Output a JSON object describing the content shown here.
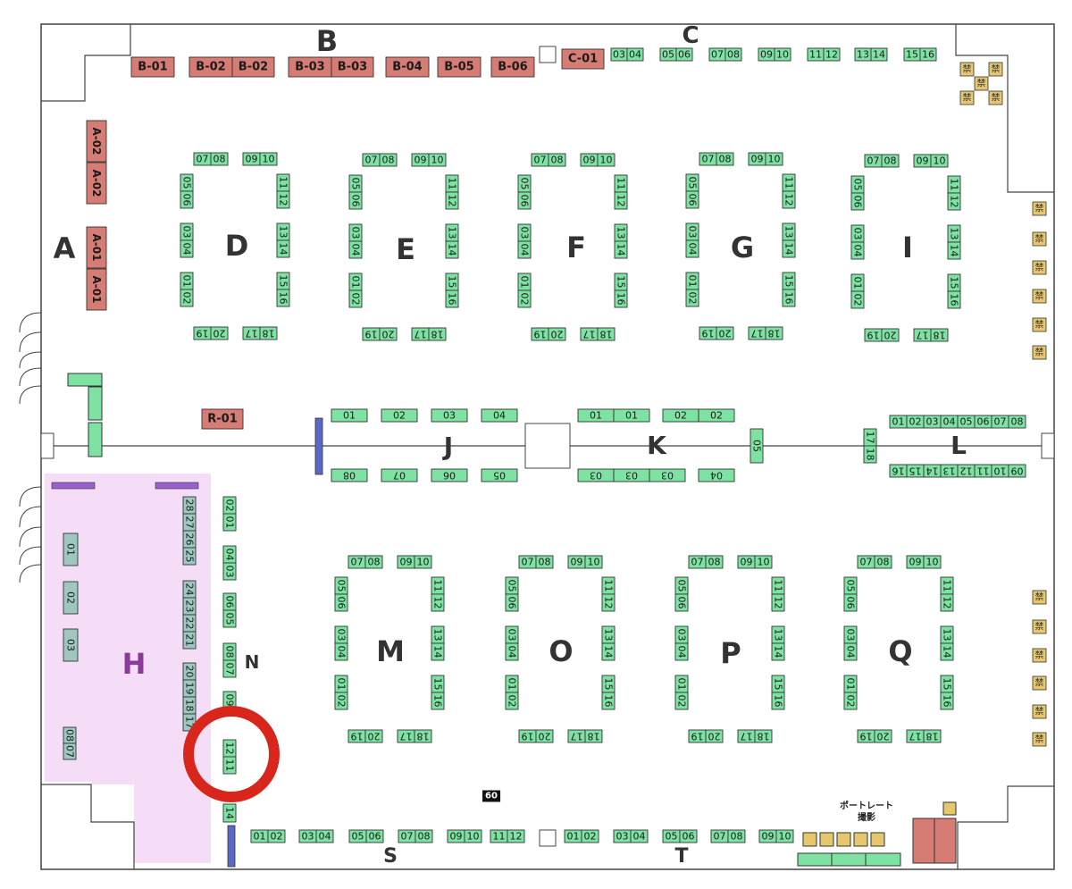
{
  "colors": {
    "green": "#7ee2a2",
    "red": "#d77b75",
    "purple_zone": "#f5ddf8",
    "gray_booth": "#9dc7bf",
    "yellow": "#e6c76d",
    "blue": "#5a68c8",
    "violet": "#9a5fd0",
    "highlight": "#d9261c"
  },
  "labels": {
    "A": "A",
    "B": "B",
    "C": "C",
    "D": "D",
    "E": "E",
    "F": "F",
    "G": "G",
    "I": "I",
    "J": "J",
    "K": "K",
    "L": "L",
    "H": "H",
    "M": "M",
    "N": "N",
    "O": "O",
    "P": "P",
    "Q": "Q",
    "S": "S",
    "T": "T"
  },
  "notes": {
    "portrait_line1": "ポートレート",
    "portrait_line2": "撮影",
    "marker": "60"
  },
  "icons": {
    "smoking": "禁"
  },
  "booths": {
    "A": [
      "A-02",
      "A-02",
      "A-01",
      "A-01"
    ],
    "B": [
      "B-01",
      "B-02",
      "B-02",
      "B-03",
      "B-03",
      "B-04",
      "B-05",
      "B-06"
    ],
    "C": [
      "C-01",
      "03",
      "04",
      "05",
      "06",
      "07",
      "08",
      "09",
      "10",
      "11",
      "12",
      "13",
      "14",
      "15",
      "16"
    ],
    "R": [
      "R-01"
    ],
    "island": [
      "01",
      "02",
      "03",
      "04",
      "05",
      "06",
      "07",
      "08",
      "09",
      "10",
      "11",
      "12",
      "13",
      "14",
      "15",
      "16",
      "17",
      "18",
      "19",
      "20"
    ],
    "J": [
      "01",
      "02",
      "03",
      "04",
      "05",
      "06",
      "07",
      "08"
    ],
    "K": [
      "01",
      "01",
      "02",
      "02",
      "03",
      "03",
      "03",
      "04",
      "05"
    ],
    "L": [
      "01",
      "02",
      "03",
      "04",
      "05",
      "06",
      "07",
      "08",
      "09",
      "10",
      "11",
      "12",
      "13",
      "14",
      "15",
      "16",
      "17",
      "18"
    ],
    "H_left": [
      "01",
      "02",
      "03",
      "08",
      "07"
    ],
    "H_right": [
      "28",
      "27",
      "26",
      "25",
      "24",
      "23",
      "22",
      "21",
      "20",
      "19",
      "18",
      "17"
    ],
    "N": [
      "02",
      "01",
      "04",
      "03",
      "06",
      "05",
      "08",
      "07",
      "09",
      "12",
      "11",
      "14"
    ],
    "S": [
      "01",
      "02",
      "03",
      "04",
      "05",
      "06",
      "07",
      "08",
      "09",
      "10",
      "11",
      "12"
    ],
    "T": [
      "01",
      "02",
      "03",
      "04",
      "05",
      "06",
      "07",
      "08",
      "09",
      "10"
    ]
  }
}
